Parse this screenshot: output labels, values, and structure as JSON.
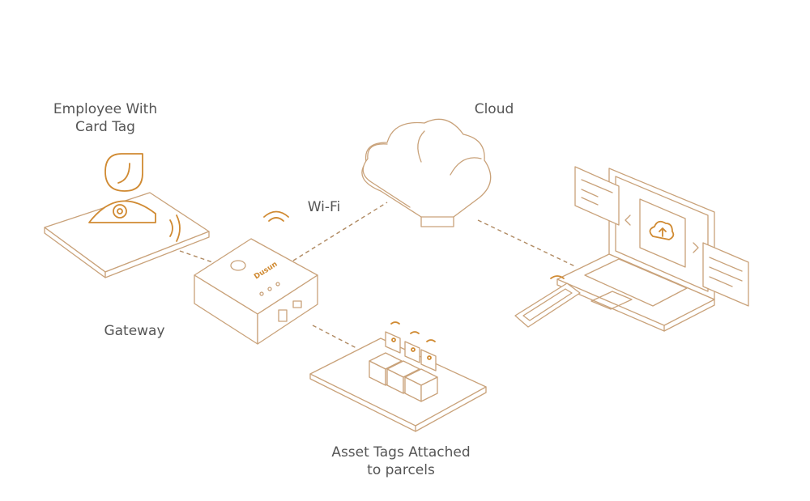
{
  "labels": {
    "employee_line1": "Employee With",
    "employee_line2": "Card Tag",
    "cloud": "Cloud",
    "wifi": "Wi-Fi",
    "gateway": "Gateway",
    "assets_line1": "Asset Tags Attached",
    "assets_line2": "to parcels"
  },
  "gateway_brand": "Dusun",
  "colors": {
    "line_art": "#c9a27a",
    "accent": "#d08a32",
    "label_text": "#555555",
    "background": "#ffffff"
  }
}
